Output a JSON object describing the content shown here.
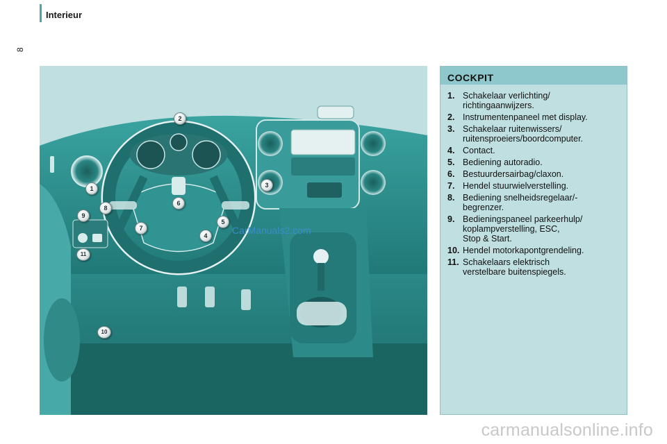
{
  "header": {
    "section_title": "Interieur",
    "page_number": "8"
  },
  "illustration": {
    "callouts": [
      "1",
      "2",
      "3",
      "4",
      "5",
      "6",
      "7",
      "8",
      "9",
      "10",
      "11"
    ],
    "watermark": "CarManuals2.com"
  },
  "legend": {
    "title": "COCKPIT",
    "items": [
      {
        "num": "1.",
        "text": "Schakelaar verlichting/\nrichtingaanwijzers."
      },
      {
        "num": "2.",
        "text": "Instrumentenpaneel met display."
      },
      {
        "num": "3.",
        "text": "Schakelaar ruitenwissers/\nruitensproeiers/boordcomputer."
      },
      {
        "num": "4.",
        "text": "Contact."
      },
      {
        "num": "5.",
        "text": "Bediening autoradio."
      },
      {
        "num": "6.",
        "text": "Bestuurdersairbag/claxon."
      },
      {
        "num": "7.",
        "text": "Hendel stuurwielverstelling."
      },
      {
        "num": "8.",
        "text": "Bediening snelheidsregelaar/-\nbegrenzer."
      },
      {
        "num": "9.",
        "text": "Bedieningspaneel parkeerhulp/\nkoplampverstelling, ESC,\nStop & Start."
      },
      {
        "num": "10.",
        "text": "Hendel motorkapontgrendeling."
      },
      {
        "num": "11.",
        "text": "Schakelaars elektrisch\nverstelbare buitenspiegels."
      }
    ]
  },
  "footer": {
    "watermark": "carmanualsonline.info"
  },
  "colors": {
    "accent": "#4aa7a7",
    "panel": "#bfdfe1",
    "panel_header": "#8fc8cc",
    "dashboard": "#2e8e8c"
  }
}
